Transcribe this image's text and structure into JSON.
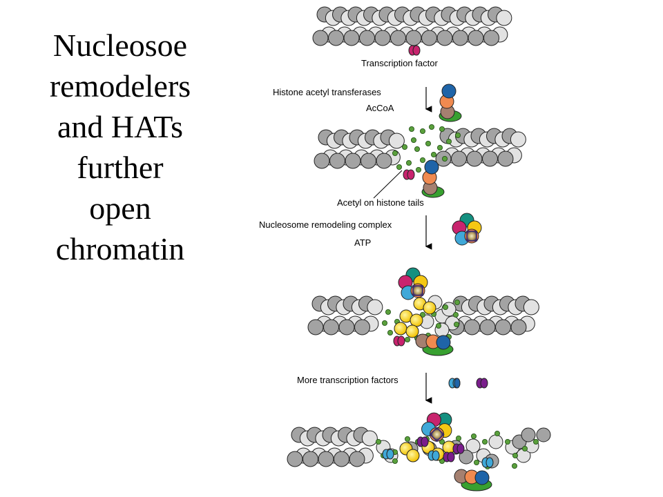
{
  "slide": {
    "title_lines": [
      "Nucleosoe",
      "remodelers",
      "and HATs",
      "further",
      "open",
      "chromatin"
    ]
  },
  "diagram": {
    "labels": {
      "transcription_factor": "Transcription factor",
      "hat": "Histone acetyl transferases",
      "accoa": "AcCoA",
      "acetyl_tails": "Acetyl on histone tails",
      "remodeling_complex": "Nucleosome remodeling complex",
      "atp": "ATP",
      "more_tf": "More transcription factors"
    },
    "colors": {
      "histone_dark": "#a3a3a3",
      "histone_light": "#e2e2e2",
      "outline": "#222222",
      "acetyl_green": "#5aa03c",
      "tf_magenta": "#c8246e",
      "hat_blue": "#1f64a8",
      "hat_orange": "#f08a50",
      "hat_brown": "#a58070",
      "hat_green": "#38a030",
      "remodel_teal": "#149080",
      "remodel_yellow": "#f5c814",
      "remodel_cyan": "#40a8d8",
      "atp_purple": "#3a2a70",
      "tf_purple": "#7a1e8c"
    }
  }
}
